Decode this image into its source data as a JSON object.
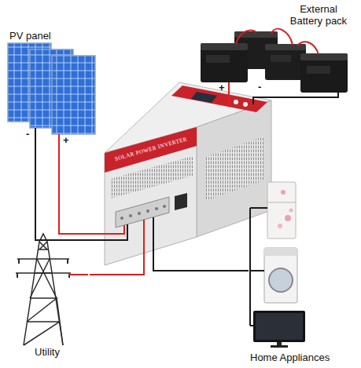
{
  "diagram": {
    "nodes": [
      {
        "text": [
          "PV panel"
        ]
      },
      {
        "text": [
          "External Battery pack"
        ]
      },
      {
        "text": [
          "SOLAR POWER INVERTER"
        ]
      },
      {
        "text": [
          "Utility"
        ]
      },
      {
        "text": [
          "Home Appliances"
        ]
      }
    ],
    "edges": [
      {
        "from": 0,
        "to": 2,
        "arrow": "none"
      },
      {
        "from": 1,
        "to": 2,
        "arrow": "none"
      },
      {
        "from": 3,
        "to": 2,
        "arrow": "none"
      },
      {
        "from": 2,
        "to": 4,
        "arrow": "none"
      }
    ],
    "labels": [
      "+",
      "-",
      "-",
      "+"
    ]
  }
}
